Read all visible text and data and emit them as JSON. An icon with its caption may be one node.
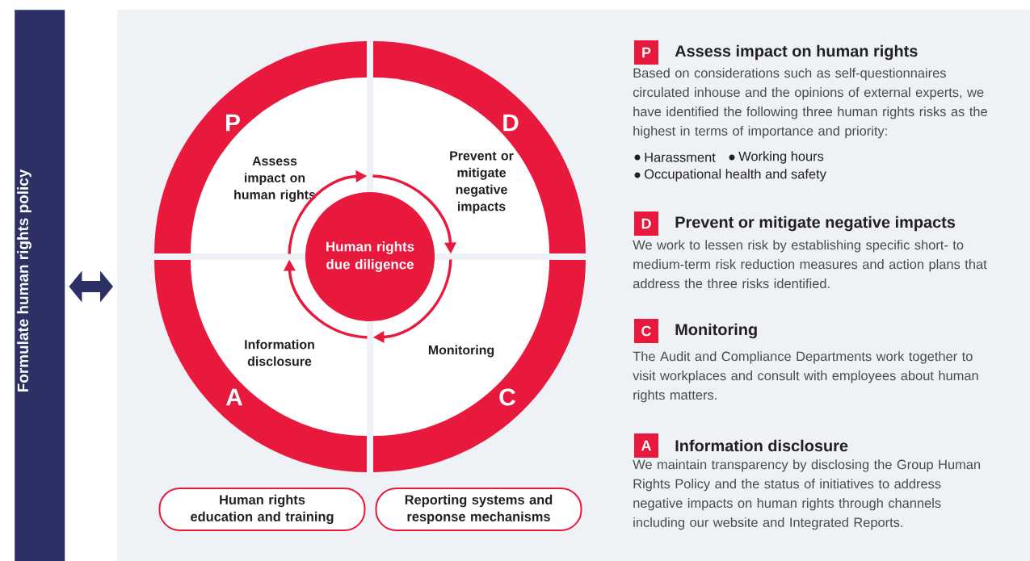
{
  "diagram": {
    "nodes": [
      {
        "text": [
          "Formulate human rights policy"
        ]
      },
      {
        "text": [],
        "shape": "box"
      },
      {
        "text": [
          "P",
          "Assess impact on human rights"
        ],
        "in": 1
      },
      {
        "text": [
          "D",
          "Prevent or mitigate negative impacts"
        ],
        "in": 1
      },
      {
        "text": [
          "C",
          "Monitoring"
        ],
        "in": 1
      },
      {
        "text": [
          "A",
          "Information disclosure"
        ],
        "in": 1
      },
      {
        "text": [
          "Human rights due diligence"
        ],
        "in": 1
      },
      {
        "text": [
          "Human rights education and training"
        ],
        "in": 1
      },
      {
        "text": [
          "Reporting systems and response mechanisms"
        ],
        "in": 1
      },
      {
        "text": [
          "P"
        ],
        "beside": [
          "Assess impact on human rights",
          "Based on considerations such as self-questionnaires circulated inhouse and the opinions of external experts, we have identified the following three human rights risks as the highest in terms of importance and priority:"
        ],
        "in": 1
      },
      {
        "text": [
          "D"
        ],
        "beside": [
          "Prevent or mitigate negative impacts",
          "We work to lessen risk by establishing specific short- to medium-term risk reduction measures and action plans that address the three risks identified."
        ],
        "in": 1
      },
      {
        "text": [
          "C"
        ],
        "beside": [
          "Monitoring",
          "The Audit and Compliance Departments work together to visit workplaces and consult with employees about human rights matters."
        ],
        "in": 1
      },
      {
        "text": [
          "A"
        ],
        "beside": [
          "Information disclosure",
          "We maintain transparency by disclosing the Group Human Rights Policy and the status of initiatives to address negative impacts on human rights through channels including our website and Integrated Reports."
        ],
        "in": 1
      }
    ],
    "edges": [
      {
        "from": 0,
        "to": 1,
        "arrow": "both",
        "style": "thick",
        "color": "#2d3064"
      },
      {
        "from": 2,
        "to": 3,
        "arrow": "to"
      },
      {
        "from": 3,
        "to": 4,
        "arrow": "to"
      },
      {
        "from": 4,
        "to": 5,
        "arrow": "to"
      },
      {
        "from": 5,
        "to": 2,
        "arrow": "to"
      }
    ],
    "labels": [
      "Harassment",
      "Working hours",
      "Occupational health and safety"
    ]
  }
}
